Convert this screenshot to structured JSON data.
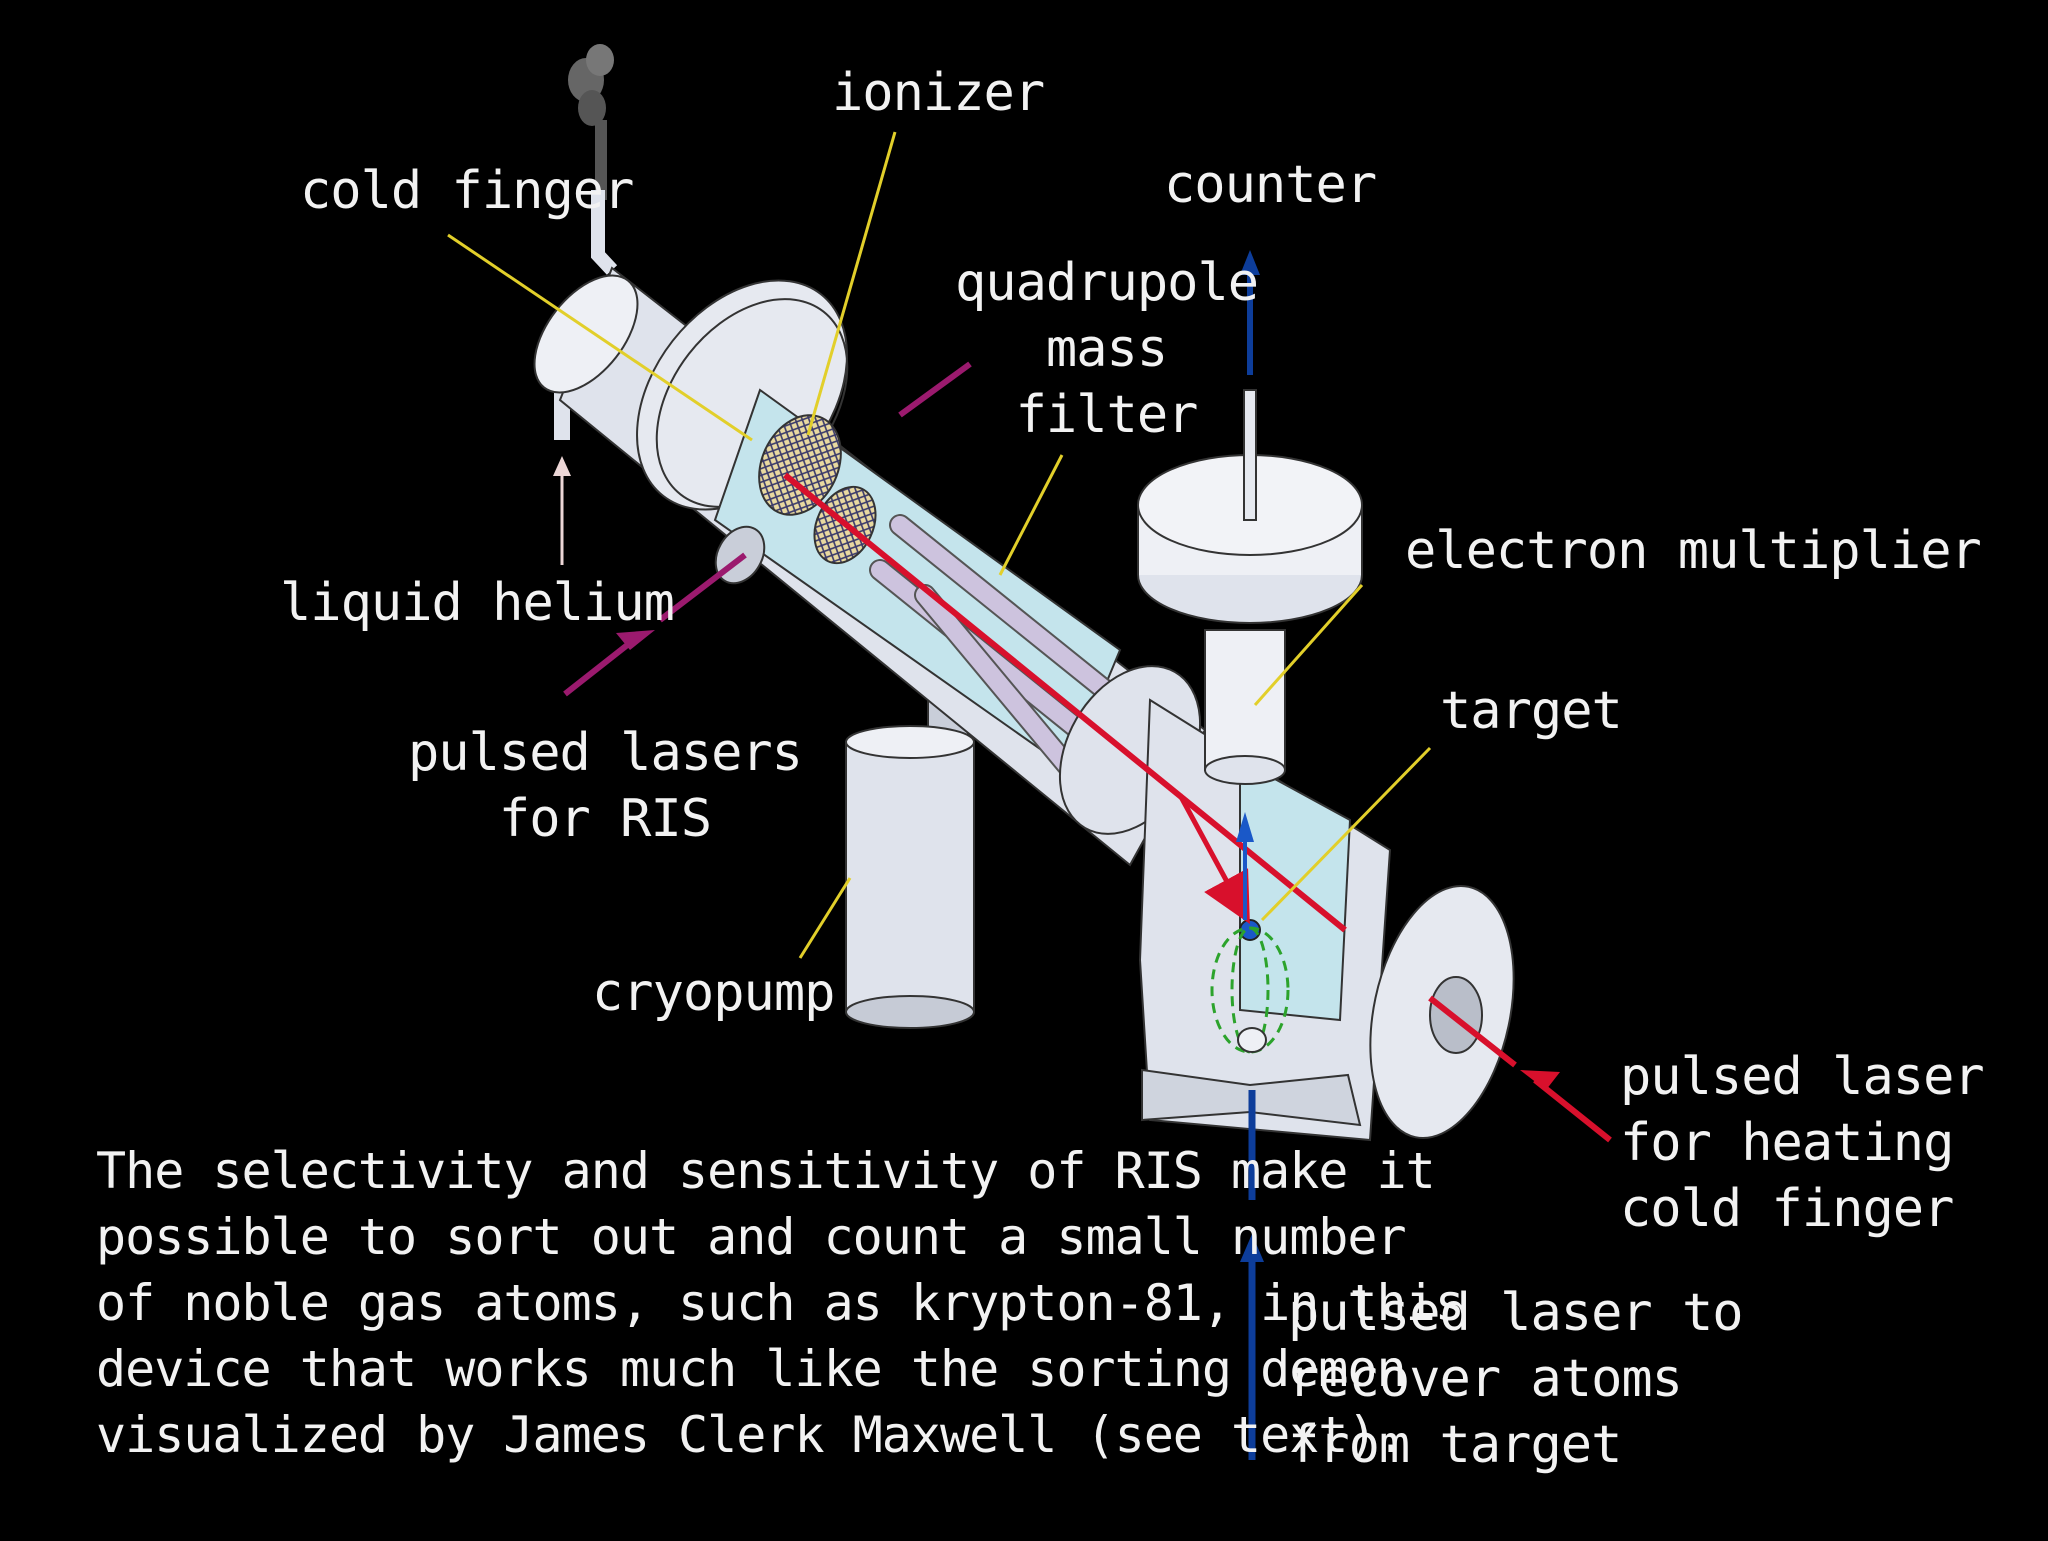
{
  "labels": {
    "ionizer": "ionizer",
    "cold_finger": "cold finger",
    "counter": "counter",
    "quadrupole": "quadrupole\nmass\nfilter",
    "electron_multiplier": "electron multiplier",
    "liquid_helium": "liquid helium",
    "target": "target",
    "pulsed_lasers_ris": "pulsed lasers\nfor RIS",
    "cryopump": "cryopump",
    "pulsed_laser_heating": "pulsed laser\nfor heating\ncold finger",
    "pulsed_laser_recover": "pulsed laser to\nrecover atoms\nfrom target"
  },
  "caption": "The selectivity and sensitivity of RIS make it\npossible to sort out and count a small number\nof noble gas atoms, such as krypton-81, in this\ndevice that works much like the sorting demon\nvisualized by James Clerk Maxwell (see text).",
  "colors": {
    "background": "#000000",
    "apparatus": "#dfe3ec",
    "outline": "#333333",
    "red_beam": "#d8102c",
    "magenta_laser": "#9b1a6e",
    "blue_arrow": "#0d3d9a",
    "leader_line": "#e2cf2a",
    "helium_arrow": "#ecd6d6"
  }
}
